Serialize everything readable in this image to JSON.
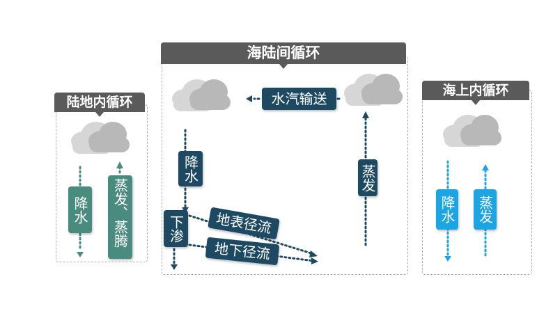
{
  "land": {
    "title": "陆地内循环",
    "precip": "降水",
    "evap": "蒸发、蒸腾"
  },
  "sea_land": {
    "title": "海陆间循环",
    "transport": "水汽输送",
    "precip": "降水",
    "infiltration": "下渗",
    "evap": "蒸发",
    "surface_runoff": "地表径流",
    "ground_runoff": "地下径流"
  },
  "sea": {
    "title": "海上内循环",
    "precip": "降水",
    "evap": "蒸发"
  },
  "colors": {
    "land": "#4a8b7f",
    "sea_land": "#1d4a62",
    "sea": "#1ba5e2",
    "header": "#5a5a5a"
  }
}
